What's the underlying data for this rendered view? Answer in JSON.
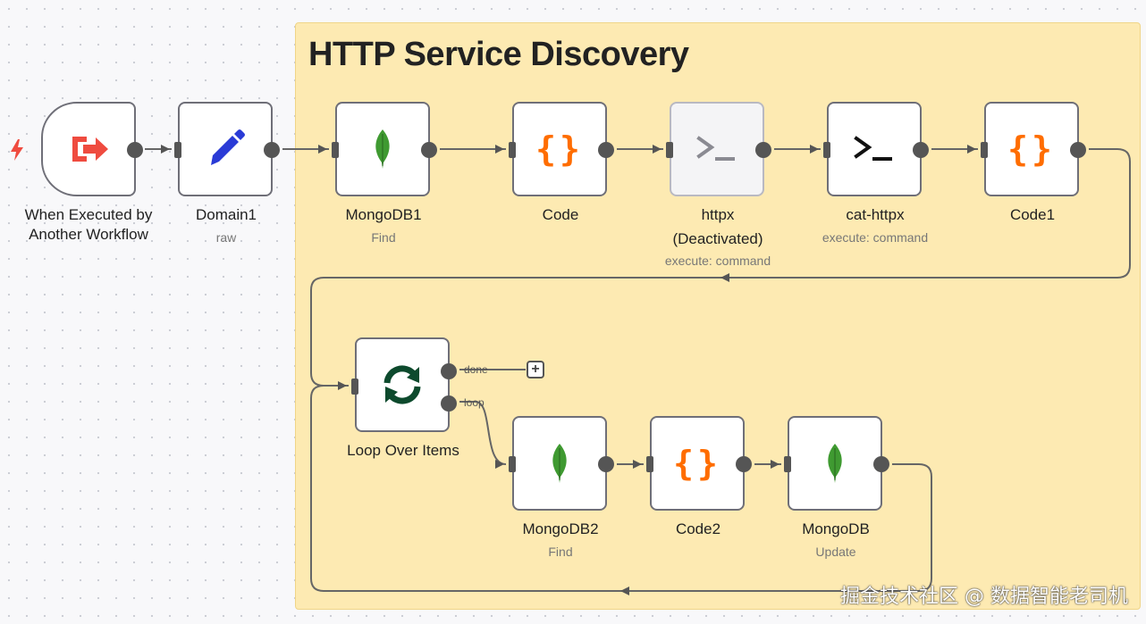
{
  "sticky": {
    "title": "HTTP Service Discovery"
  },
  "nodes": {
    "trigger": {
      "label": "When Executed by Another Workflow",
      "icon": "exit-arrow-icon"
    },
    "domain1": {
      "label": "Domain1",
      "sub": "raw",
      "icon": "pencil-icon"
    },
    "mongodb1": {
      "label": "MongoDB1",
      "sub": "Find",
      "icon": "mongodb-leaf-icon"
    },
    "code": {
      "label": "Code",
      "icon": "code-braces-icon"
    },
    "httpx": {
      "label": "httpx",
      "label2": "(Deactivated)",
      "sub": "execute: command",
      "icon": "terminal-icon"
    },
    "cat_httpx": {
      "label": "cat-httpx",
      "sub": "execute: command",
      "icon": "terminal-icon"
    },
    "code1": {
      "label": "Code1",
      "icon": "code-braces-icon"
    },
    "loop": {
      "label": "Loop Over Items",
      "icon": "loop-arrows-icon",
      "branch_done": "done",
      "branch_loop": "loop"
    },
    "mongodb2": {
      "label": "MongoDB2",
      "sub": "Find",
      "icon": "mongodb-leaf-icon"
    },
    "code2": {
      "label": "Code2",
      "icon": "code-braces-icon"
    },
    "mongodb": {
      "label": "MongoDB",
      "sub": "Update",
      "icon": "mongodb-leaf-icon"
    }
  },
  "braces_glyph": "{}",
  "plus_glyph": "+",
  "watermark": "掘金技术社区 @ 数据智能老司机",
  "colors": {
    "sticky": "#fdeab2",
    "trigger_icon": "#ef4b3f",
    "pencil": "#2a3bd6",
    "mongo": "#3f9a31",
    "code": "#ff6d00",
    "loop": "#0d4a2d"
  }
}
